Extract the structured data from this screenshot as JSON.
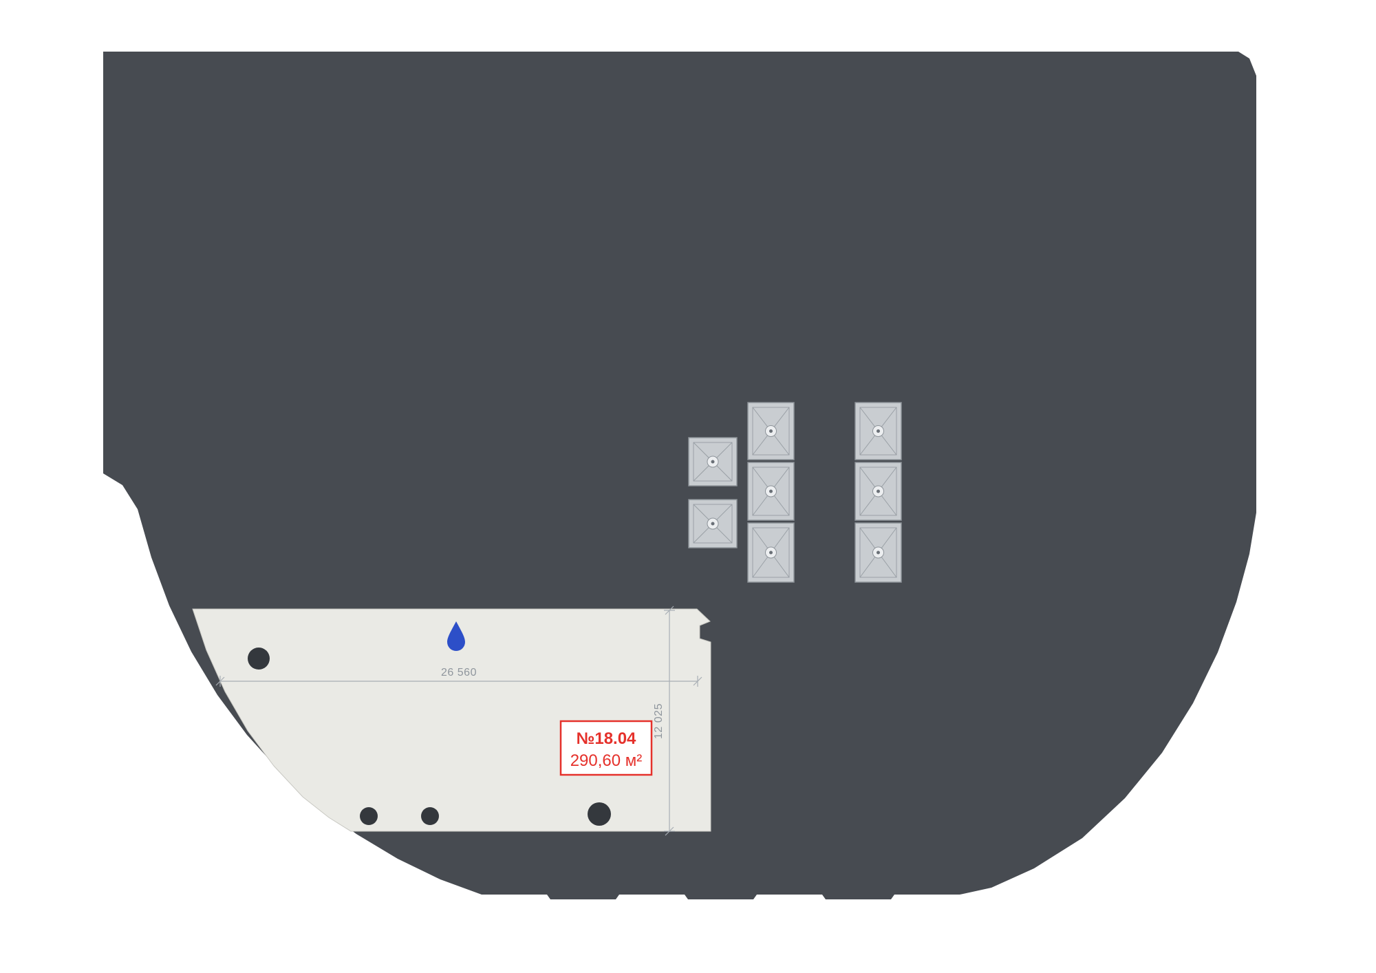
{
  "plan": {
    "unit": {
      "number": "№18.04",
      "area": "290,60 м²"
    },
    "dimensions": {
      "width": "26 560",
      "depth": "12 025"
    },
    "colors": {
      "background": "#ffffff",
      "building_mass": "#474b51",
      "unit_fill": "#eaeae5",
      "accent_red": "#e5312b",
      "dimension_gray": "#9aa1a7",
      "skylight_fill": "#c9cdd1",
      "skylight_line": "#8d9399",
      "water_drop_blue": "#2d4fc8",
      "column_dark": "#34383d"
    }
  }
}
